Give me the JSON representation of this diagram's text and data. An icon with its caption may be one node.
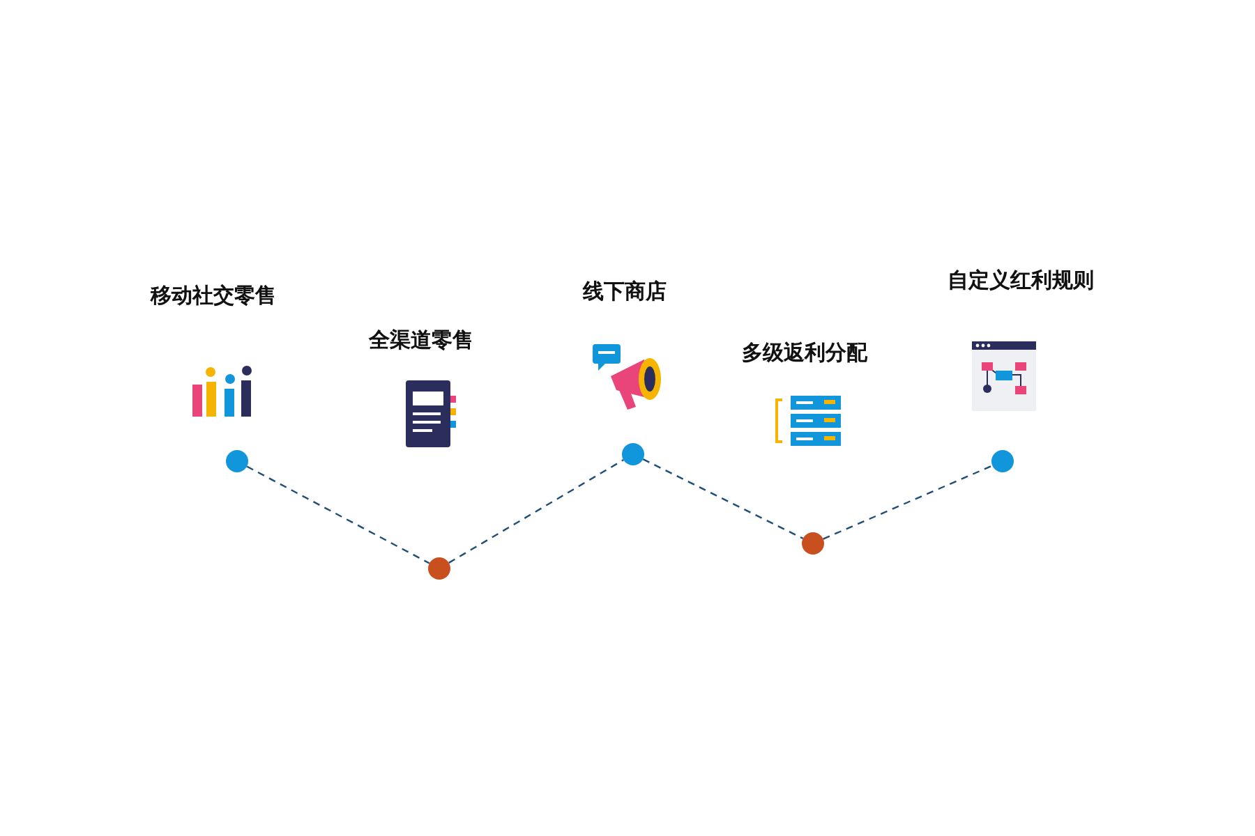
{
  "diagram": {
    "nodes": [
      {
        "text": [],
        "shape": "circle"
      },
      {
        "text": [],
        "shape": "circle"
      },
      {
        "text": [],
        "shape": "circle"
      },
      {
        "text": [],
        "shape": "circle"
      },
      {
        "text": [],
        "shape": "circle"
      }
    ],
    "edges": [
      {
        "from": 0,
        "to": 1,
        "arrow": "none",
        "style": "dashed"
      },
      {
        "from": 1,
        "to": 2,
        "arrow": "none",
        "style": "dashed"
      },
      {
        "from": 2,
        "to": 3,
        "arrow": "none",
        "style": "dashed"
      },
      {
        "from": 3,
        "to": 4,
        "arrow": "none",
        "style": "dashed"
      }
    ],
    "labels": [
      "移动社交零售",
      "全渠道零售",
      "线下商店",
      "多级返利分配",
      "自定义红利规则"
    ]
  }
}
